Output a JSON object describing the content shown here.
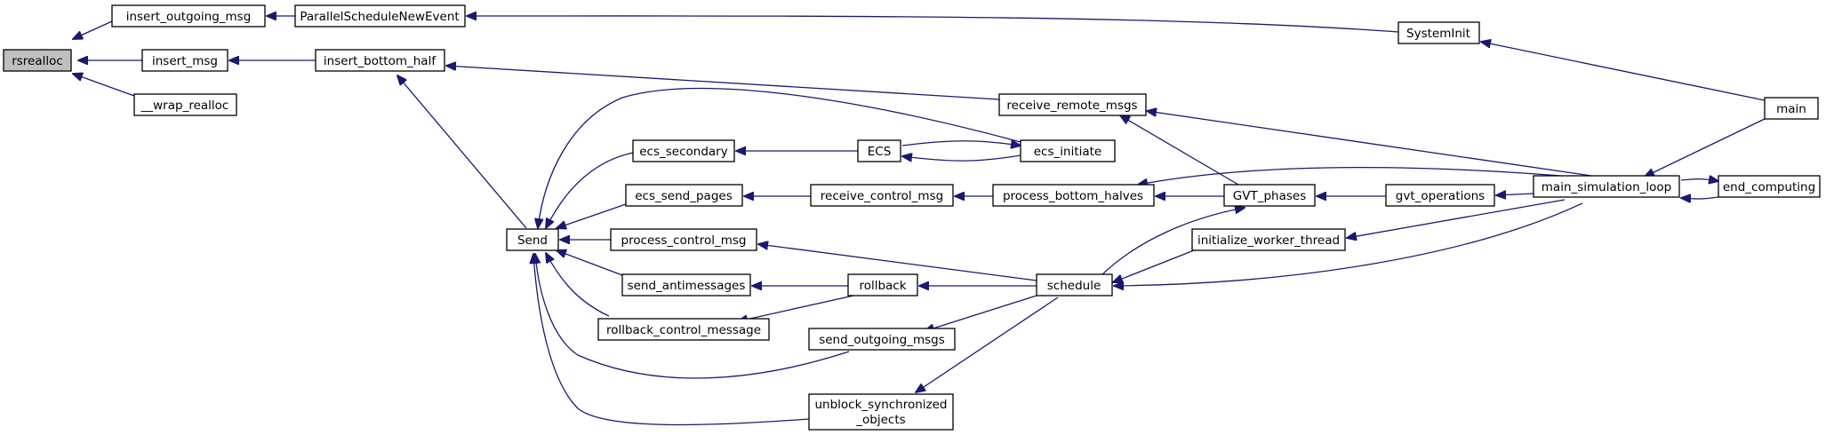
{
  "graph": {
    "edge_color": "#191970",
    "focus_fill": "#bfbfbf",
    "nodes": {
      "rsrealloc": "rsrealloc",
      "insert_outgoing_msg": "insert_outgoing_msg",
      "insert_msg": "insert_msg",
      "wrap_realloc": "__wrap_realloc",
      "ParallelScheduleNewEvent": "ParallelScheduleNewEvent",
      "insert_bottom_half": "insert_bottom_half",
      "SystemInit": "SystemInit",
      "main": "main",
      "receive_remote_msgs": "receive_remote_msgs",
      "Send": "Send",
      "ecs_secondary": "ecs_secondary",
      "ECS": "ECS",
      "ecs_initiate": "ecs_initiate",
      "ecs_send_pages": "ecs_send_pages",
      "receive_control_msg": "receive_control_msg",
      "process_bottom_halves": "process_bottom_halves",
      "GVT_phases": "GVT_phases",
      "gvt_operations": "gvt_operations",
      "main_simulation_loop": "main_simulation_loop",
      "end_computing": "end_computing",
      "process_control_msg": "process_control_msg",
      "initialize_worker_thread": "initialize_worker_thread",
      "send_antimessages": "send_antimessages",
      "rollback": "rollback",
      "schedule": "schedule",
      "rollback_control_message": "rollback_control_message",
      "send_outgoing_msgs": "send_outgoing_msgs",
      "unblock_line1": "unblock_synchronized",
      "unblock_line2": "_objects"
    },
    "edges": [
      [
        "insert_outgoing_msg",
        "rsrealloc"
      ],
      [
        "insert_msg",
        "rsrealloc"
      ],
      [
        "wrap_realloc",
        "rsrealloc"
      ],
      [
        "ParallelScheduleNewEvent",
        "insert_outgoing_msg"
      ],
      [
        "insert_bottom_half",
        "insert_msg"
      ],
      [
        "SystemInit",
        "ParallelScheduleNewEvent"
      ],
      [
        "main",
        "SystemInit"
      ],
      [
        "receive_remote_msgs",
        "insert_bottom_half"
      ],
      [
        "Send",
        "insert_bottom_half"
      ],
      [
        "ecs_secondary",
        "Send"
      ],
      [
        "ecs_send_pages",
        "Send"
      ],
      [
        "process_control_msg",
        "Send"
      ],
      [
        "send_antimessages",
        "Send"
      ],
      [
        "rollback_control_message",
        "Send"
      ],
      [
        "send_outgoing_msgs",
        "Send"
      ],
      [
        "unblock_synchronized_objects",
        "Send"
      ],
      [
        "ecs_initiate",
        "Send"
      ],
      [
        "ECS",
        "ecs_secondary"
      ],
      [
        "ecs_initiate",
        "ECS"
      ],
      [
        "ECS",
        "ecs_initiate"
      ],
      [
        "receive_control_msg",
        "ecs_send_pages"
      ],
      [
        "process_bottom_halves",
        "receive_control_msg"
      ],
      [
        "GVT_phases",
        "process_bottom_halves"
      ],
      [
        "main_simulation_loop",
        "process_bottom_halves"
      ],
      [
        "GVT_phases",
        "receive_remote_msgs"
      ],
      [
        "main_simulation_loop",
        "receive_remote_msgs"
      ],
      [
        "gvt_operations",
        "GVT_phases"
      ],
      [
        "schedule",
        "GVT_phases"
      ],
      [
        "main_simulation_loop",
        "gvt_operations"
      ],
      [
        "main",
        "main_simulation_loop"
      ],
      [
        "end_computing",
        "main_simulation_loop"
      ],
      [
        "main_simulation_loop",
        "end_computing"
      ],
      [
        "schedule",
        "process_control_msg"
      ],
      [
        "initialize_worker_thread",
        "schedule"
      ],
      [
        "main_simulation_loop",
        "schedule"
      ],
      [
        "main_simulation_loop",
        "initialize_worker_thread"
      ],
      [
        "rollback",
        "send_antimessages"
      ],
      [
        "schedule",
        "rollback"
      ],
      [
        "rollback",
        "rollback_control_message"
      ],
      [
        "schedule",
        "send_outgoing_msgs"
      ],
      [
        "schedule",
        "unblock_synchronized_objects"
      ]
    ]
  }
}
